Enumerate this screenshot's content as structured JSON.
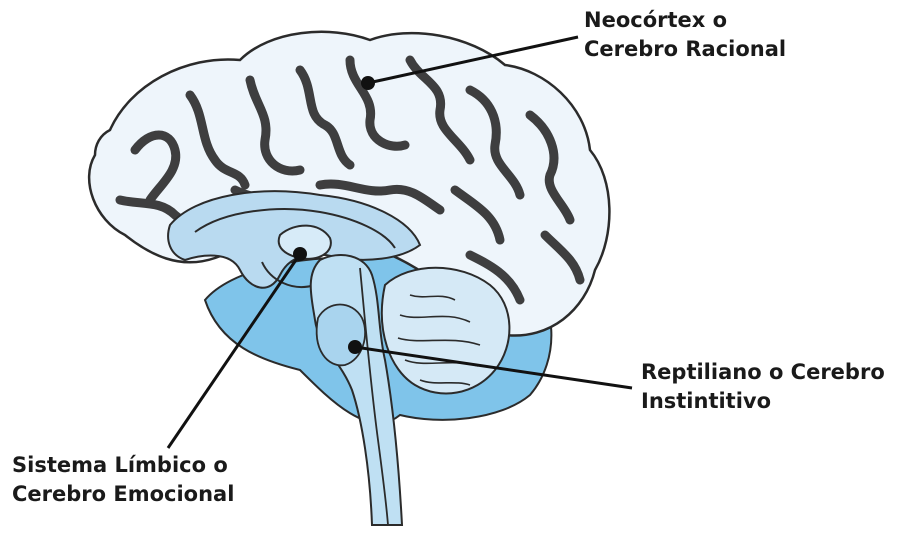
{
  "labels": {
    "neocortex": {
      "line1": "Neocórtex o",
      "line2": "Cerebro Racional"
    },
    "limbic": {
      "line1": "Sistema Límbico o",
      "line2": "Cerebro Emocional"
    },
    "reptilian": {
      "line1": "Reptiliano o Cerebro",
      "line2": "Instintitivo"
    }
  },
  "colors": {
    "cortex_fill": "#eef5fb",
    "cortex_stroke": "#2b2b2b",
    "limbic_fill": "#b9daf0",
    "brainstem_fill": "#bfe0f3",
    "cerebellum_fill": "#d5e9f6",
    "deep_fill": "#7fc4ea",
    "leader_line": "#111111"
  }
}
